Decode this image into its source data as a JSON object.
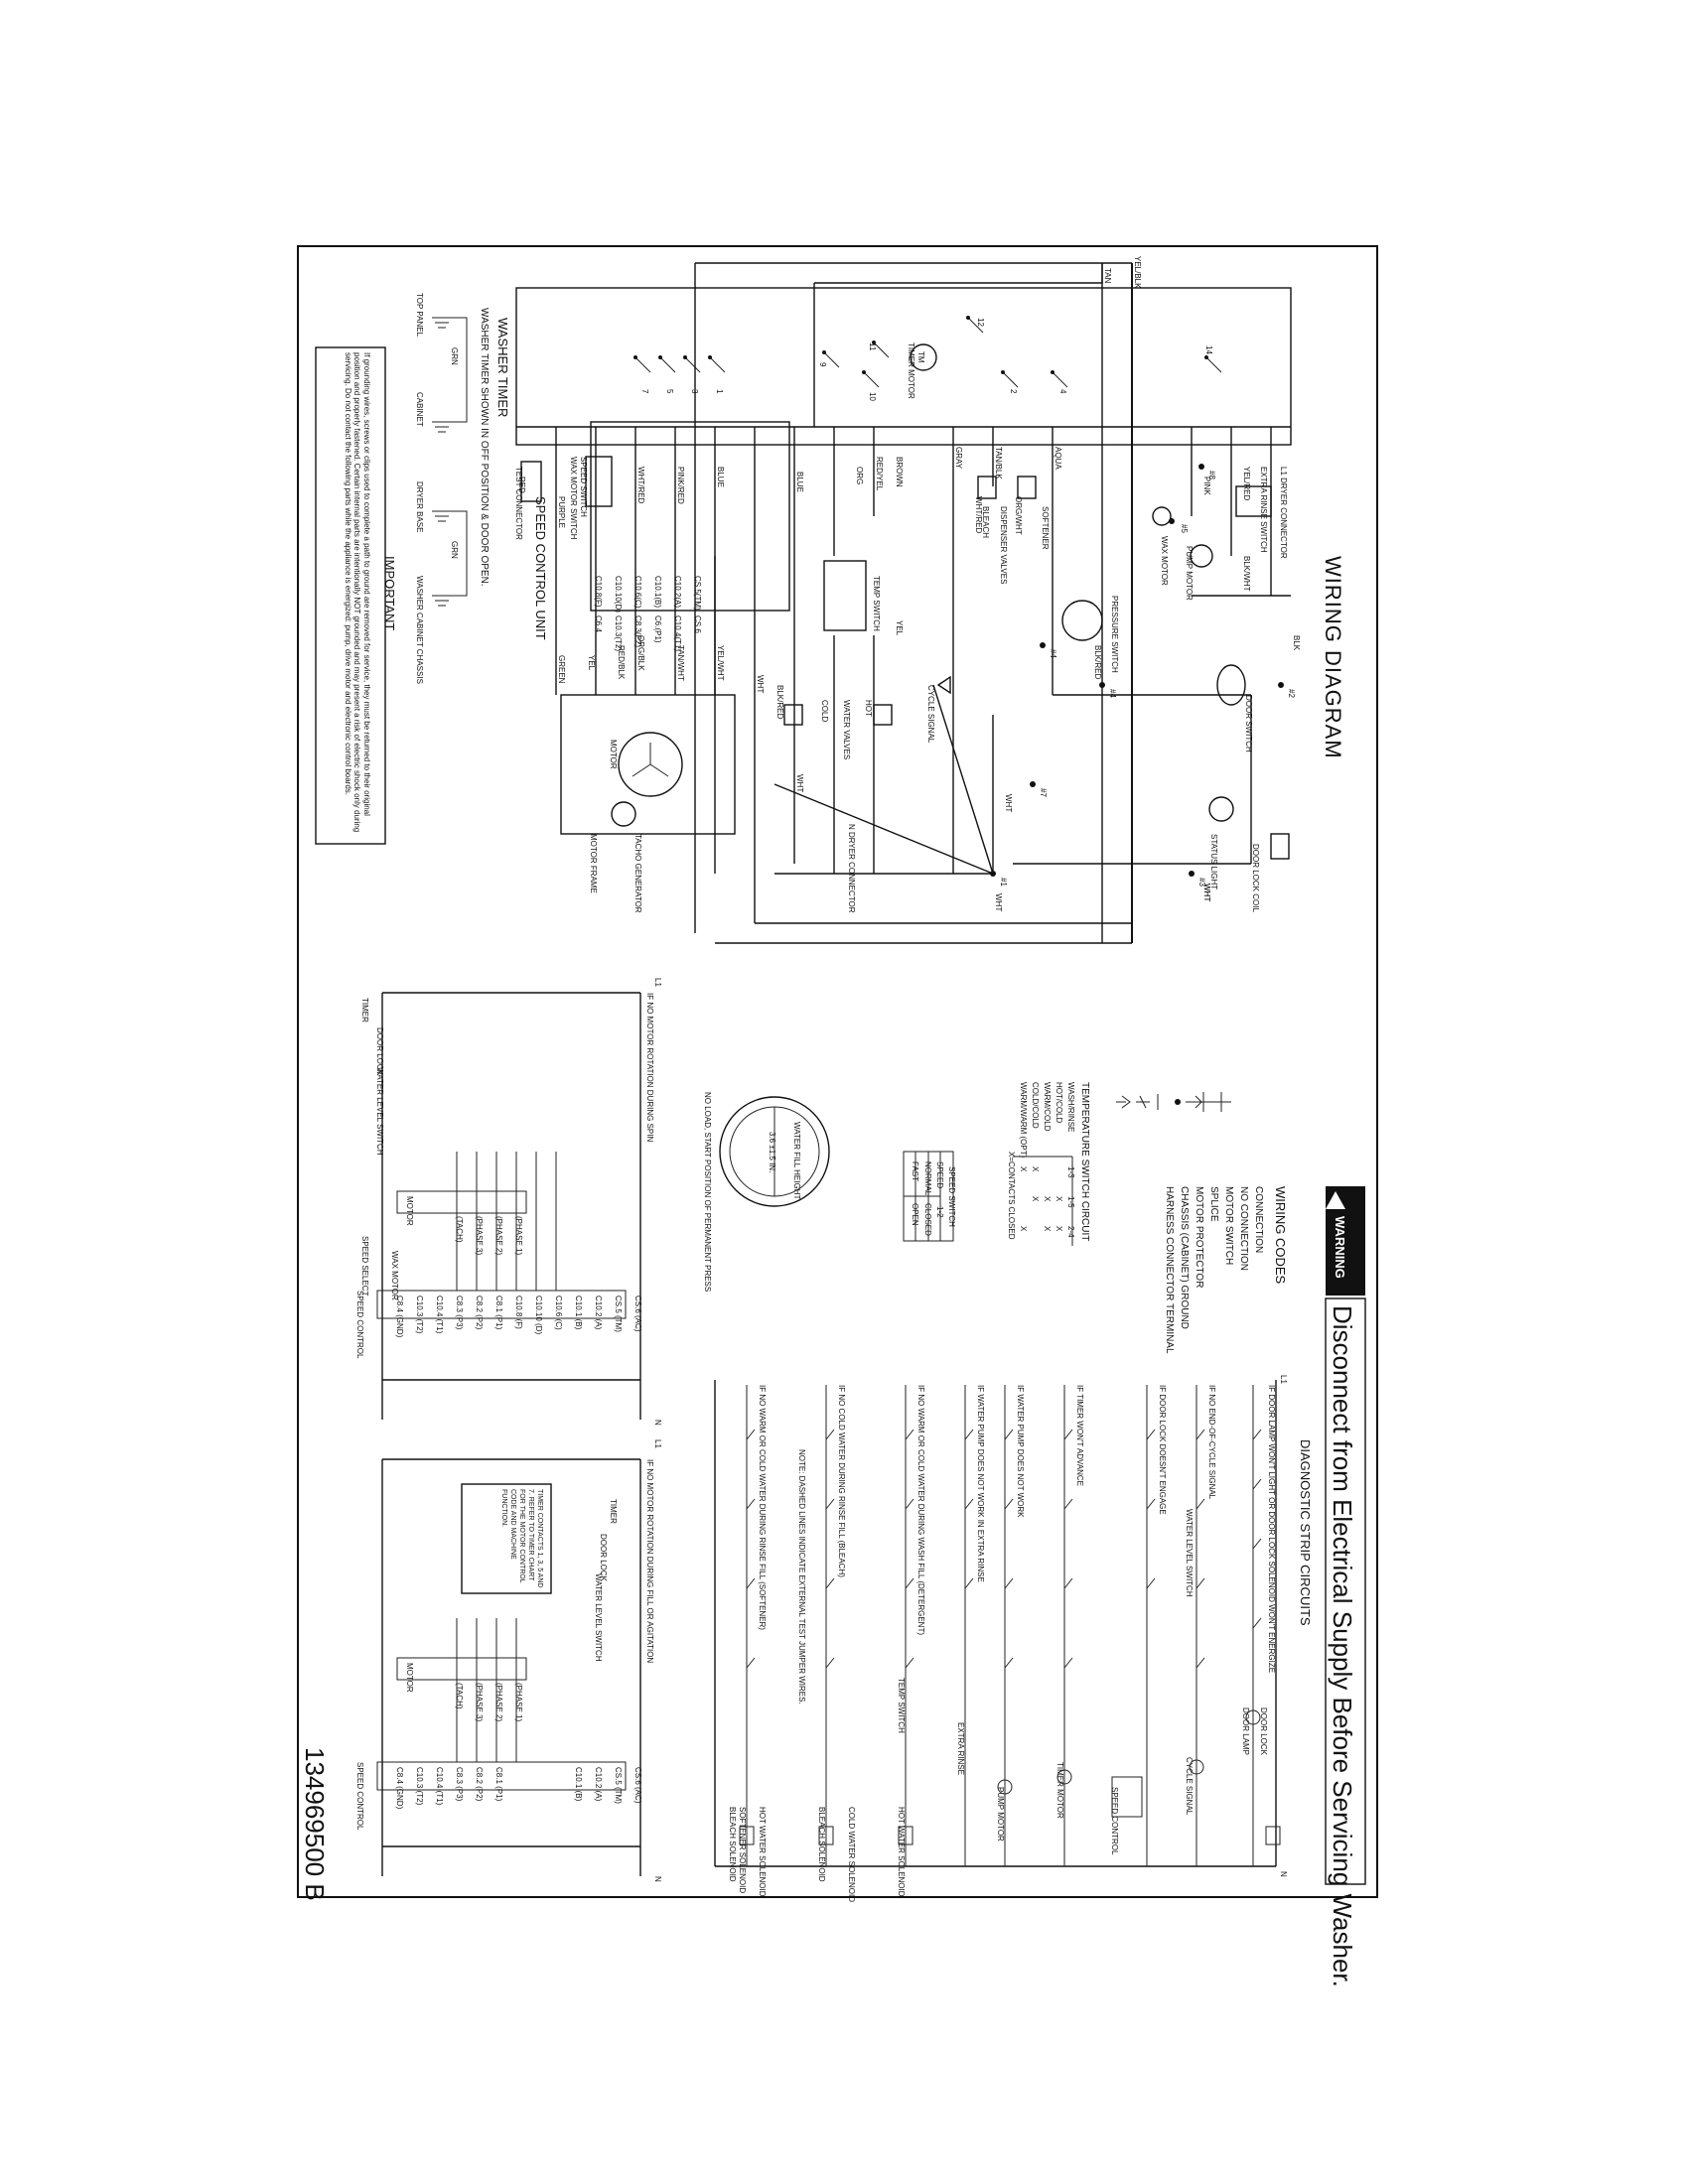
{
  "sheet": {
    "title": "WIRING DIAGRAM",
    "banner_warning": "WARNING",
    "banner_text": "Disconnect from Electrical Supply Before Servicing Washer.",
    "diag_title": "DIAGNOSTIC STRIP CIRCUITS",
    "part_number": "134969500 B"
  },
  "timer": {
    "title": "WASHER TIMER",
    "note": "WASHER TIMER SHOWN IN OFF POSITION & DOOR OPEN.",
    "contacts": [
      "1",
      "3",
      "5",
      "7",
      "9",
      "10",
      "11",
      "12",
      "2",
      "4",
      "14"
    ],
    "timer_motor": "TIMER MOTOR",
    "tm": "TM"
  },
  "wires": {
    "yel_blk": "YEL/BLK",
    "tan": "TAN",
    "aqua": "AQUA",
    "tan_blk": "TAN/BLK",
    "gray": "GRAY",
    "blue": "BLUE",
    "brown": "BROWN",
    "red_yel": "RED/YEL",
    "org": "ORG",
    "pink": "PINK",
    "yel_red": "YEL/RED",
    "blk_wht": "BLK/WHT",
    "blk": "BLK",
    "blk_red": "BLK/RED",
    "wht": "WHT",
    "yel": "YEL",
    "wht_red": "WHT/RED",
    "org_wht": "ORG/WHT",
    "pink_red": "PINK/RED",
    "wht_blk": "WHT/BLK",
    "red": "RED",
    "purple": "PURPLE",
    "tan_wht": "TAN/WHT",
    "red_blk": "RED/BLK",
    "org_blk": "ORG/BLK",
    "yel_wht": "YEL/WHT",
    "green": "GREEN",
    "grn": "GRN"
  },
  "components": {
    "dryer_connector": "L1 DRYER CONNECTOR",
    "extra_rinse": "EXTRA RINSE SWITCH",
    "pump_motor": "PUMP MOTOR",
    "wax_motor": "WAX MOTOR",
    "pressure_switch": "PRESSURE SWITCH",
    "door_switch": "DOOR SWITCH",
    "door_lock_coil": "DOOR LOCK COIL",
    "status_light": "STATUS LIGHT",
    "dispenser_valves": "DISPENSER VALVES",
    "bleach": "BLEACH",
    "softener": "SOFTENER",
    "cycle_signal": "CYCLE SIGNAL",
    "temp_switch": "TEMP SWITCH",
    "water_valves": "WATER VALVES",
    "hot": "HOT",
    "cold": "COLD",
    "n_dryer_connector": "N DRYER CONNECTOR",
    "speed_control_unit": "SPEED CONTROL UNIT",
    "speed_switch": "SPEED SWITCH",
    "wax_motor_switch": "WAX MOTOR SWITCH",
    "test_connector": "TEST CONNECTOR",
    "motor": "MOTOR",
    "tacho_generator": "TACHO GENERATOR",
    "motor_frame": "MOTOR FRAME",
    "top_panel": "TOP PANEL",
    "cabinet": "CABINET",
    "dryer_base": "DRYER BASE",
    "washer_cabinet_chassis": "WASHER CABINET CHASSIS"
  },
  "speed_control_pins": [
    "CS.5(TM)",
    "C10.2(A)",
    "C10.1(B)",
    "C10.6(C)",
    "C10.10(D)",
    "C10.8(F)",
    "CS.6",
    "C10.4(T1)",
    "C6.(P1)",
    "C8.3(P2)",
    "C10.3(T2)",
    "C6.4"
  ],
  "nodes": [
    "#1",
    "#2",
    "#3",
    "#4",
    "#5",
    "#6",
    "#7",
    "#8"
  ],
  "important": {
    "heading": "IMPORTANT",
    "text": "If grounding wires, screws or clips used to complete a path to ground are removed for service, they must be returned to their original position and properly fastened. Certain internal parts are intentionally NOT grounded and may present a risk of electric shock only during servicing. Do not contact the following parts while the appliance is energized: pump, drive motor and electronic control boards."
  },
  "codes": {
    "heading": "WIRING CODES",
    "items": [
      "CONNECTION",
      "NO CONNECTION",
      "MOTOR SWITCH",
      "SPLICE",
      "MOTOR PROTECTOR",
      "CHASSIS (CABINET) GROUND",
      "HARNESS CONNECTOR TERMINAL"
    ]
  },
  "temp_table": {
    "heading": "TEMPERATURE SWITCH CIRCUIT",
    "cols": [
      "WASH/RINSE",
      "1-3",
      "1-5",
      "2-4"
    ],
    "rows": [
      [
        "HOT/COLD",
        "",
        "X",
        "X"
      ],
      [
        "WARM/COLD",
        "",
        "X",
        "X"
      ],
      [
        "COLD/COLD",
        "X",
        "X",
        ""
      ],
      [
        "WARM/WARM (OPT)",
        "X",
        "",
        "X"
      ]
    ],
    "note": "X=CONTACTS CLOSED"
  },
  "speed_table": {
    "heading": "SPEED SWITCH",
    "cols": [
      "SPEED",
      "1-2"
    ],
    "rows": [
      [
        "NORMAL",
        "CLOSED"
      ],
      [
        "FAST",
        "OPEN"
      ]
    ]
  },
  "water_fill": {
    "label": "WATER FILL HEIGHT",
    "value": "3.6 ±1.5 IN.",
    "note": "NO LOAD, START POSITION OF PERMANENT PRESS"
  },
  "strips": {
    "motor_spin": "IF NO MOTOR ROTATION DURING SPIN",
    "motor_fill": "IF NO MOTOR ROTATION DURING FILL OR AGITATION",
    "timer_note": "TIMER CONTACTS 1, 3, 5 AND 7. REFER TO TIMER CHART FOR THE MOTOR CONTROL CODE AND MACHINE FUNCTION.",
    "door_lamp": "IF DOOR LAMP WON'T LIGHT OR DOOR LOCK SOLENOID WON'T ENERGIZE",
    "cycle_signal": "IF NO END-OF-CYCLE SIGNAL",
    "door_lock": "IF DOOR LOCK DOESN'T ENGAGE",
    "timer_advance": "IF TIMER WON'T ADVANCE",
    "pump": "IF WATER PUMP DOES NOT WORK",
    "extra_rinse": "IF WATER PUMP DOES NOT WORK IN EXTRA RINSE",
    "no_water_fill": "IF NO WARM OR COLD WATER DURING WASH FILL (DETERGENT)",
    "no_rinse": "IF NO COLD WATER DURING RINSE FILL (BLEACH)",
    "no_softener": "IF NO WARM OR COLD WATER DURING RINSE FILL (SOFTENER)",
    "note": "NOTE: DASHED LINES INDICATE EXTERNAL TEST JUMPER WIRES."
  },
  "strip_parts": {
    "timer": "TIMER",
    "door_lock": "DOOR LOCK",
    "water_level": "WATER LEVEL SWITCH",
    "door_switch": "DOOR SWITCH",
    "door_lamp": "DOOR LAMP",
    "cycle_signal": "CYCLE SIGNAL",
    "timer_motor": "TIMER MOTOR",
    "pump_motor": "PUMP MOTOR",
    "extra_rinse": "EXTRA RINSE",
    "temp_switch": "TEMP SWITCH",
    "hot_water": "HOT WATER SOLENOID",
    "cold_water": "COLD WATER SOLENOID",
    "bleach": "BLEACH SOLENOID",
    "softener": "SOFTENER SOLENOID",
    "speed_control": "SPEED CONTROL",
    "wax_motor": "WAX MOTOR",
    "speed_select": "SPEED SELECT",
    "motor": "MOTOR",
    "l1": "L1",
    "n": "N",
    "phase1": "(PHASE 1)",
    "phase2": "(PHASE 2)",
    "phase3": "(PHASE 3)",
    "tach": "(TACH)",
    "pins": [
      "CS.5 (TM)",
      "C10.2 (A)",
      "C10.1 (B)",
      "C10.6 (C)",
      "C10.10 (D)",
      "C10.8 (F)",
      "C8.1 (P1)",
      "C8.2 (P2)",
      "C8.3 (P3)",
      "C10.4 (T1)",
      "C10.3 (T2)",
      "C8.4 (GND)"
    ],
    "cs": "CS.6 (AC)"
  }
}
